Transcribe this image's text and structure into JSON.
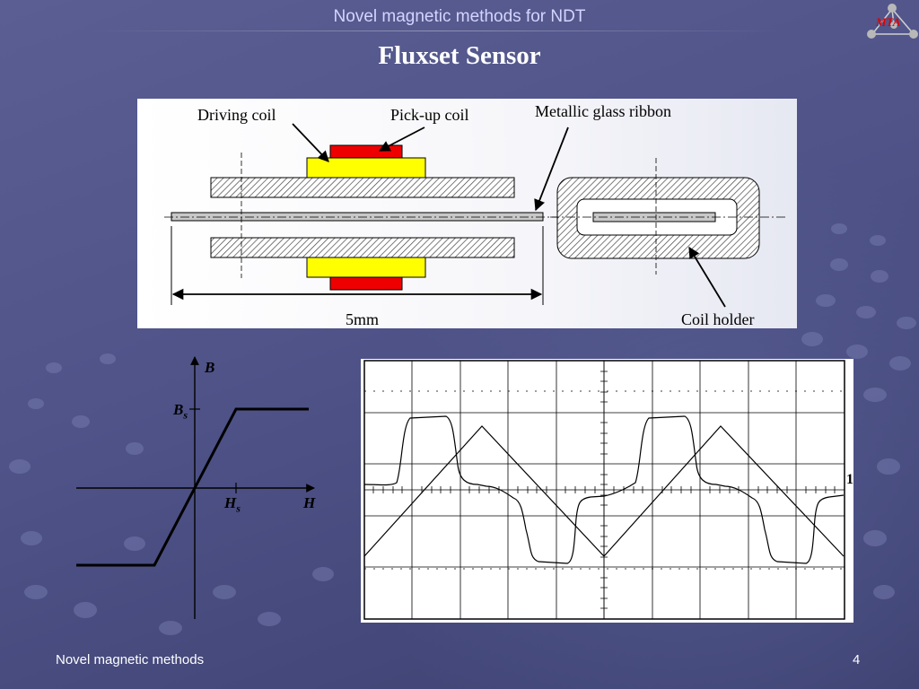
{
  "header": {
    "title": "Novel magnetic methods for NDT"
  },
  "slide": {
    "title": "Fluxset Sensor"
  },
  "logo": {
    "text": "MTA"
  },
  "sensor_diagram": {
    "driving_coil": "Driving coil",
    "pickup_coil": "Pick-up coil",
    "ribbon": "Metallic glass ribbon",
    "coil_holder": "Coil holder",
    "dimension": "5mm"
  },
  "bh_curve": {
    "b_axis": "B",
    "h_axis": "H",
    "bs": "B",
    "bs_sub": "s",
    "hs": "H",
    "hs_sub": "s"
  },
  "oscilloscope": {
    "marker": "1"
  },
  "footer": {
    "left": "Novel magnetic methods",
    "page": "4"
  },
  "colors": {
    "coil_yellow": "#ffff00",
    "coil_red": "#ee0000",
    "title_blue": "#d4d4ff",
    "background": "#52568b"
  }
}
